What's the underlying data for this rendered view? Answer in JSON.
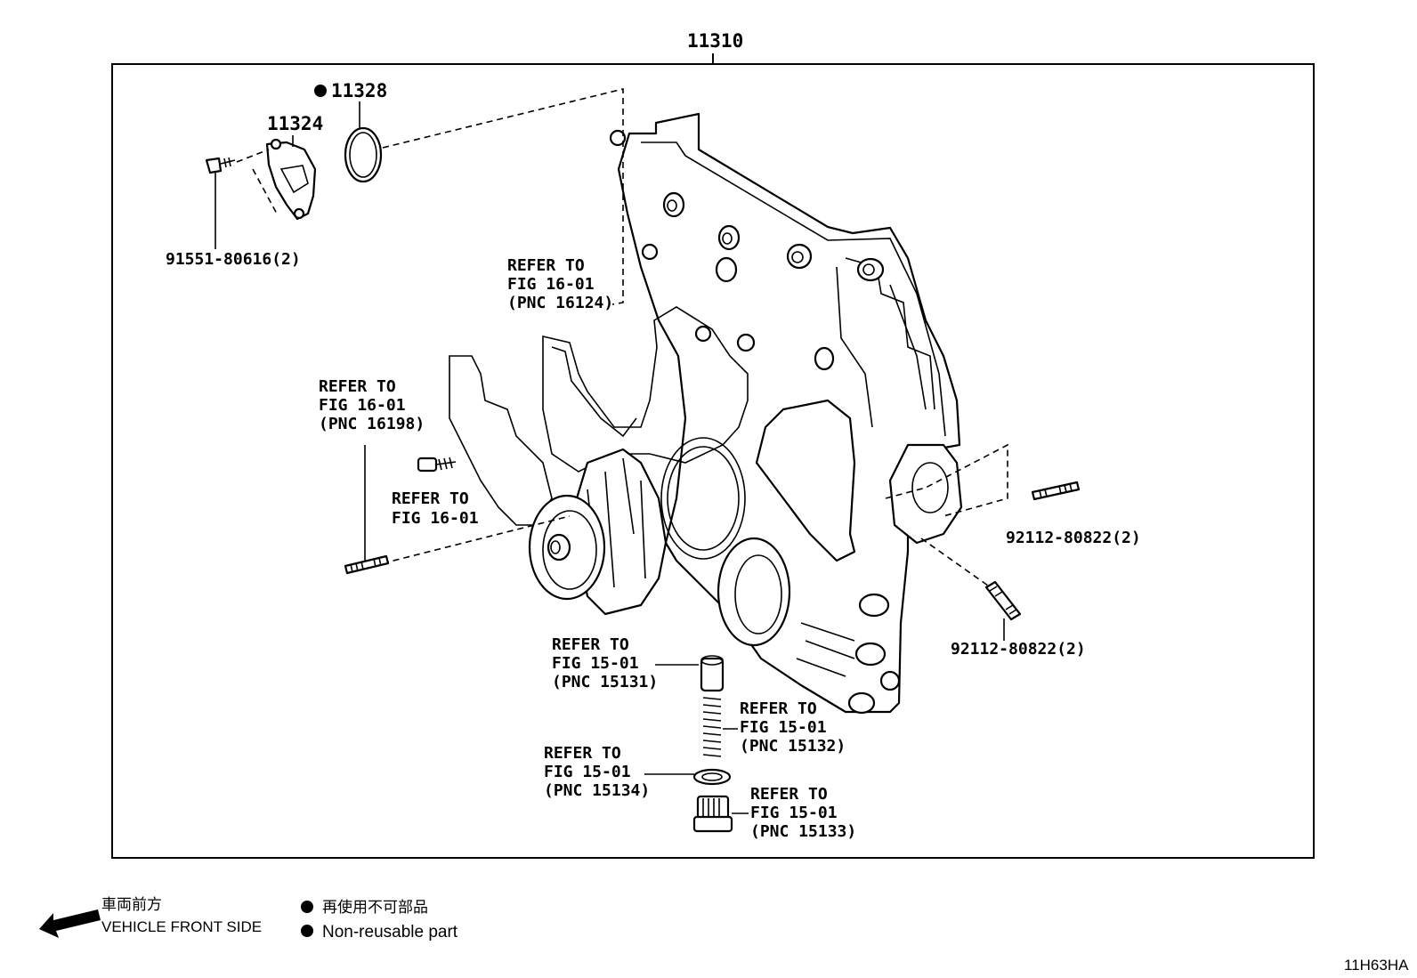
{
  "main_part_number": "11310",
  "parts": {
    "o_ring": {
      "number": "11328",
      "non_reusable": true
    },
    "cover_plate": {
      "number": "11324"
    },
    "bolt": {
      "number": "91551-80616(2)"
    },
    "stud_right_upper": {
      "number": "92112-80822(2)"
    },
    "stud_right_lower": {
      "number": "92112-80822(2)"
    }
  },
  "references": {
    "pnc_16124": [
      "REFER TO",
      "FIG 16-01",
      "(PNC 16124)"
    ],
    "pnc_16198": [
      "REFER TO",
      "FIG 16-01",
      "(PNC 16198)"
    ],
    "fig_16_01": [
      "REFER TO",
      "FIG 16-01"
    ],
    "pnc_15131": [
      "REFER TO",
      "FIG 15-01",
      "(PNC 15131)"
    ],
    "pnc_15132": [
      "REFER TO",
      "FIG 15-01",
      "(PNC 15132)"
    ],
    "pnc_15134": [
      "REFER TO",
      "FIG 15-01",
      "(PNC 15134)"
    ],
    "pnc_15133": [
      "REFER TO",
      "FIG 15-01",
      "(PNC 15133)"
    ]
  },
  "legend": {
    "front_jp": "車両前方",
    "front_en": "VEHICLE FRONT SIDE",
    "nonreusable_jp": "再使用不可部品",
    "nonreusable_en": "Non-reusable part"
  },
  "figure_code": "11H63HA"
}
